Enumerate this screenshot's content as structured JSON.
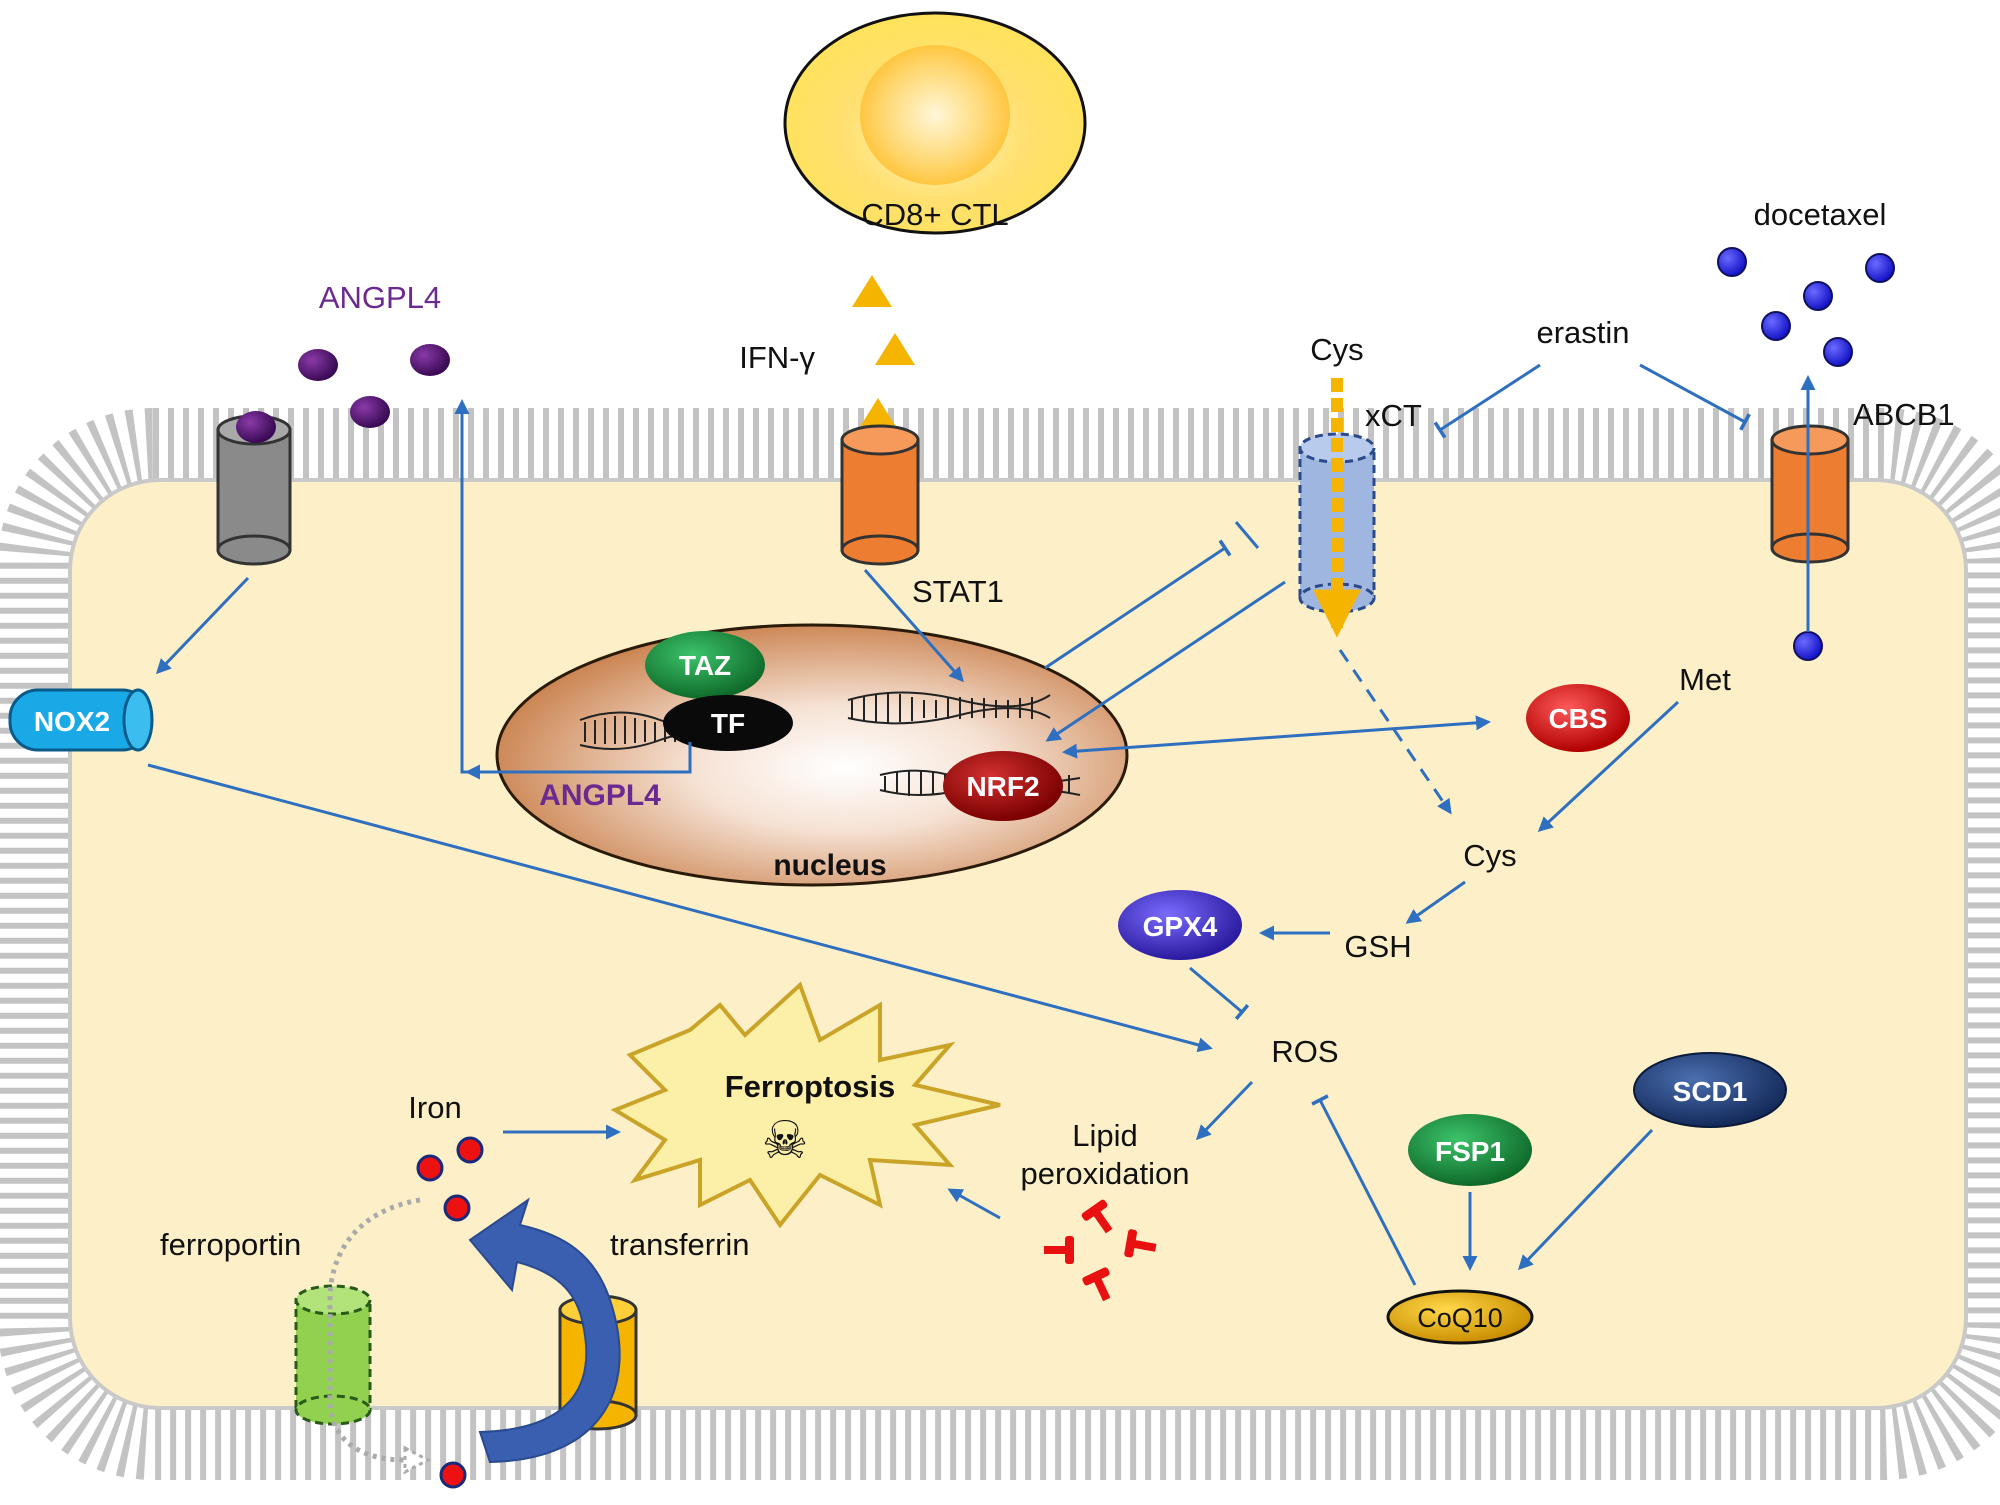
{
  "labels": {
    "cell": "CD8+ CTL",
    "angpl4_top": "ANGPL4",
    "ifng": "IFN-γ",
    "cys_top": "Cys",
    "xct": "xCT",
    "erastin": "erastin",
    "docetaxel": "docetaxel",
    "abcb1": "ABCB1",
    "stat1": "STAT1",
    "met": "Met",
    "cys_mid": "Cys",
    "gsh": "GSH",
    "ros": "ROS",
    "lipid_line1": "Lipid",
    "lipid_line2": "peroxidation",
    "iron": "Iron",
    "ferroportin": "ferroportin",
    "transferrin": "transferrin",
    "ferroptosis": "Ferroptosis",
    "nucleus": "nucleus",
    "angpl4_nuc": "ANGPL4"
  },
  "pills": {
    "nox2": "NOX2",
    "taz": "TAZ",
    "tf": "TF",
    "nrf2": "NRF2",
    "cbs": "CBS",
    "gpx4": "GPX4",
    "scd1": "SCD1",
    "fsp1": "FSP1",
    "coq10": "CoQ10"
  },
  "icons": {
    "skull": "☠"
  },
  "colors": {
    "membrane": "#c3c3c3",
    "cytoplasm": "#fdf0c8",
    "arrow": "#2f6fbf",
    "nox2": "#19a9e6",
    "taz": "#168a3a",
    "nrf2": "#b01010",
    "cbs": "#d81515",
    "gpx4": "#3b2fc9",
    "scd1": "#1f3f7a",
    "fsp1": "#1a9040",
    "coq10": "#e6b000",
    "angpl4_text": "#6b2a8f",
    "iron": "#ee1111",
    "docetaxel": "#2a2ae0",
    "ifng": "#f5b400"
  }
}
